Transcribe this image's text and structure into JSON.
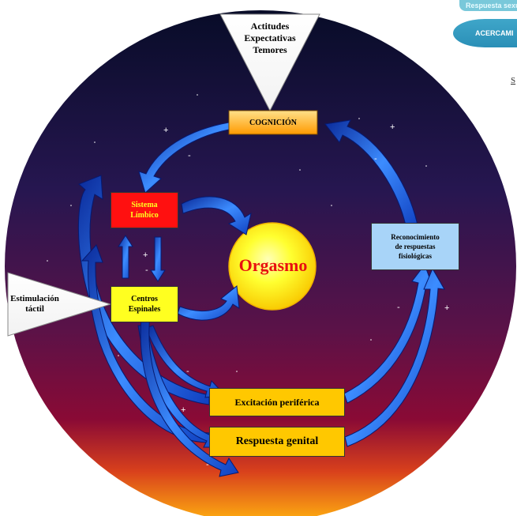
{
  "top_triangle": {
    "lines": [
      "Actitudes",
      "Expectativas",
      "Temores"
    ]
  },
  "left_triangle": {
    "lines": [
      "Estimulación",
      "táctil"
    ]
  },
  "center": {
    "label": "Orgasmo"
  },
  "boxes": {
    "cognicion": "COGNICIÓN",
    "sistema_limbico": [
      "Sistema",
      "Límbico"
    ],
    "centros_espinales": [
      "Centros",
      "Espinales"
    ],
    "reconocimiento": [
      "Reconocimiento",
      "de respuestas",
      "fisiológicas"
    ],
    "excitacion": "Excitación periférica",
    "respuesta_genital": "Respuesta genital"
  },
  "signs": {
    "plus": "+",
    "minus": "-"
  },
  "logo": {
    "top_text": "Respuesta sexu",
    "bottom_text": "ACERCAMI"
  },
  "side_fragment": "S",
  "colors": {
    "sky_top": "#0a1030",
    "sky_mid": "#3a1450",
    "sky_low": "#7a0a3a",
    "horizon": "#ff9a10",
    "arrow_blue": "#1550d8",
    "limbic_red": "#ff1010",
    "yellow": "#ffff20",
    "orange_box": "#ffc800",
    "light_blue": "#a8d4f8"
  }
}
